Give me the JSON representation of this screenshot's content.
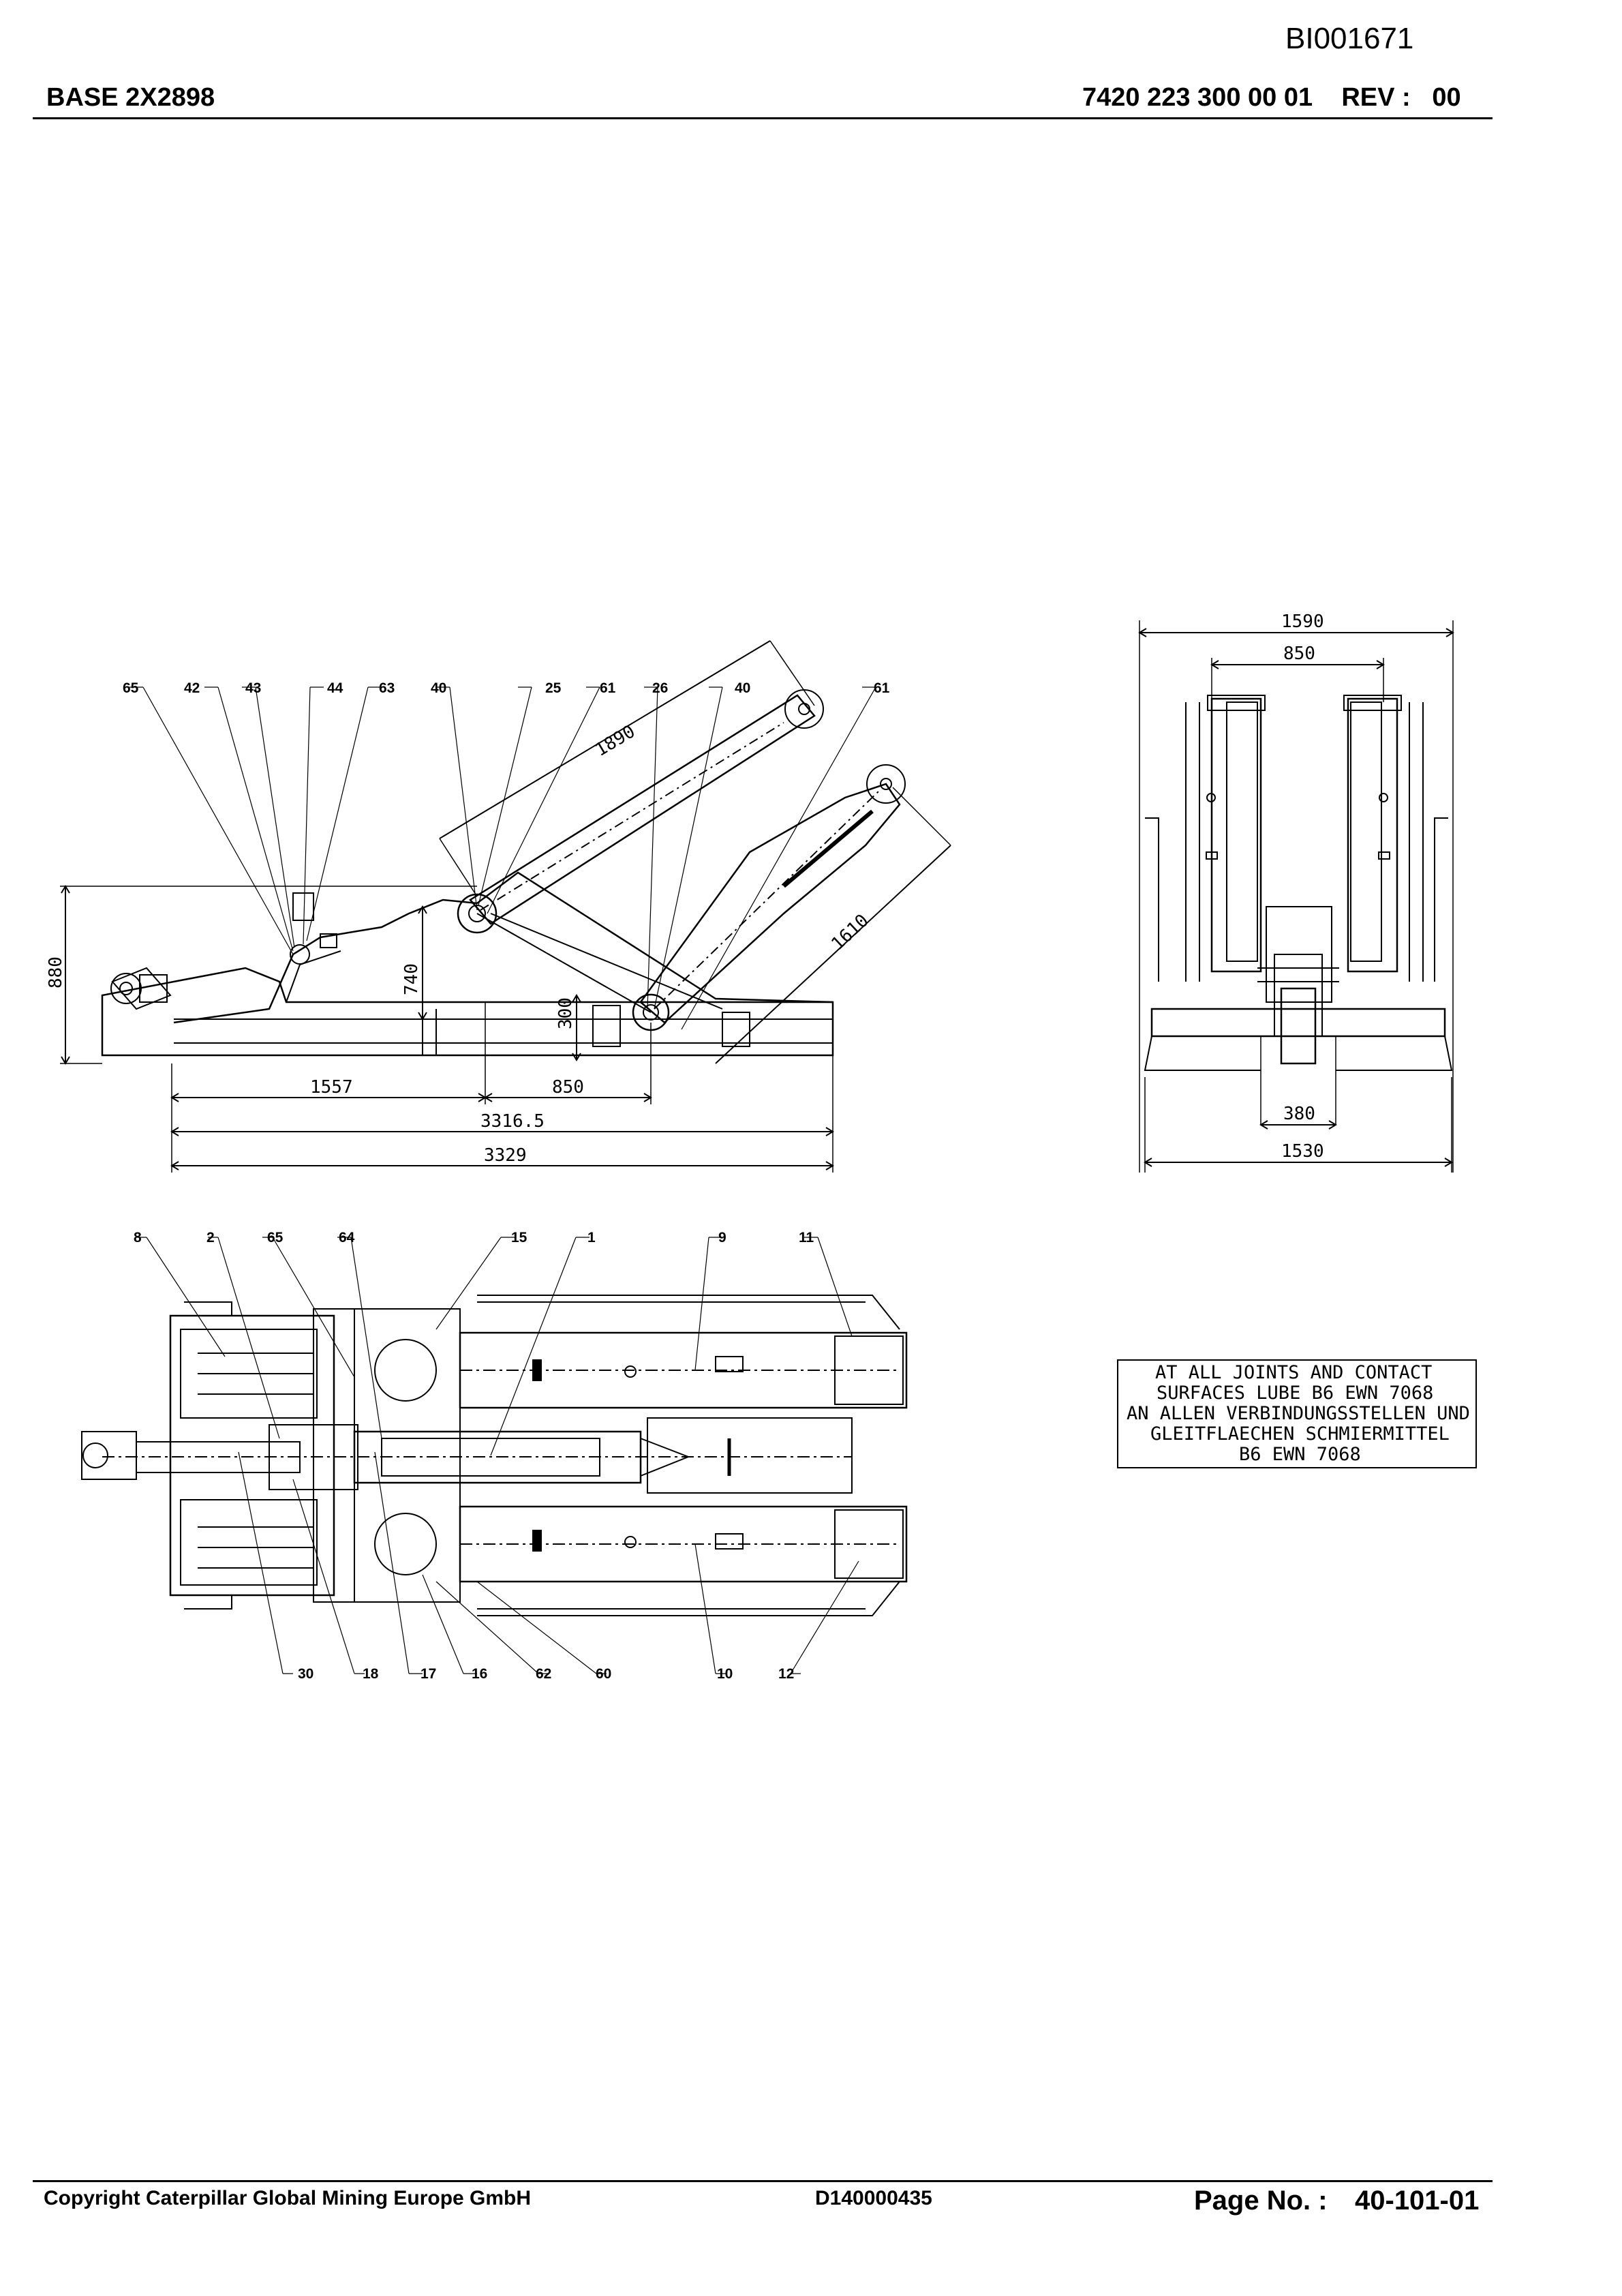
{
  "header": {
    "doc_id": "BI001671",
    "title": "BASE 2X2898",
    "part_number": "7420 223 300 00 01",
    "rev_label": "REV :",
    "rev_value": "00"
  },
  "side_view": {
    "callouts_top": [
      "65",
      "42",
      "43",
      "44",
      "63",
      "40",
      "25",
      "61",
      "26",
      "40",
      "61"
    ],
    "dims": {
      "d1890": "1890",
      "d1610": "1610",
      "d880": "880",
      "d740": "740",
      "d300": "300",
      "d1557": "1557",
      "d850": "850",
      "d33165": "3316.5",
      "d3329": "3329"
    }
  },
  "front_view": {
    "dims": {
      "d1590": "1590",
      "d850": "850",
      "d380": "380",
      "d1530": "1530"
    }
  },
  "plan_view": {
    "callouts_top": [
      "8",
      "2",
      "65",
      "64",
      "15",
      "1",
      "9",
      "11"
    ],
    "callouts_bottom": [
      "30",
      "18",
      "17",
      "16",
      "62",
      "60",
      "10",
      "12"
    ]
  },
  "note": {
    "lines": [
      "AT ALL JOINTS AND CONTACT",
      "SURFACES  LUBE B6 EWN 7068",
      "AN ALLEN VERBINDUNGSSTELLEN UND",
      "GLEITFLAECHEN SCHMIERMITTEL",
      "B6 EWN 7068"
    ]
  },
  "footer": {
    "copyright": "Copyright Caterpillar Global Mining Europe GmbH",
    "doc_number": "D140000435",
    "page_label": "Page No. :",
    "page_number": "40-101-01"
  }
}
